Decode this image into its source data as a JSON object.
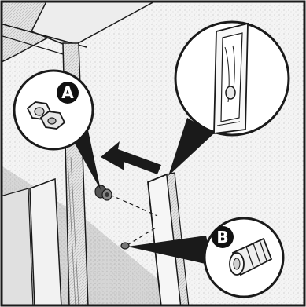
{
  "callouts": [
    {
      "label": "A",
      "part": "hex-nut"
    },
    {
      "label": "B",
      "part": "plastic-anchor"
    }
  ],
  "colors": {
    "line": "#1a1a1a",
    "paper": "#ffffff",
    "wall_texture": "#d8d8d8",
    "shadow": "#9a9a9a",
    "badge": "#111111"
  }
}
